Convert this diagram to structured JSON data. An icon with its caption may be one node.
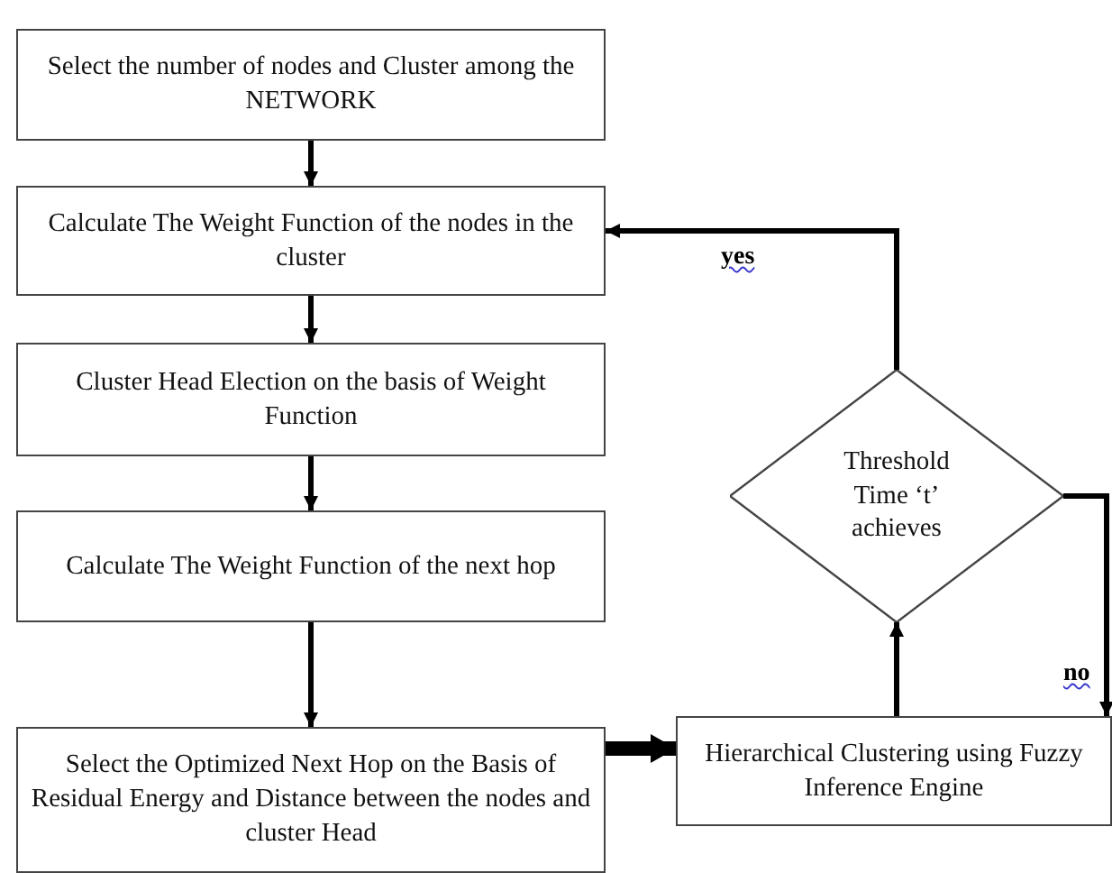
{
  "diagram": {
    "nodes": [
      {
        "text": [
          "Select the number of nodes and Cluster among the NETWORK"
        ]
      },
      {
        "text": [
          "Calculate The Weight Function of the nodes in the cluster"
        ]
      },
      {
        "text": [
          "Cluster Head Election on the basis of Weight Function"
        ]
      },
      {
        "text": [
          "Calculate The Weight Function of the next hop"
        ]
      },
      {
        "text": [
          "Select the Optimized Next Hop on the Basis of Residual Energy and Distance between the nodes and cluster Head"
        ]
      },
      {
        "text": [
          "Hierarchical Clustering using Fuzzy Inference Engine"
        ]
      },
      {
        "text": [
          "Threshold Time ‘t’ achieves"
        ]
      }
    ],
    "edges": [
      {
        "from": 0,
        "to": 1,
        "arrow": "to"
      },
      {
        "from": 1,
        "to": 2,
        "arrow": "to"
      },
      {
        "from": 2,
        "to": 3,
        "arrow": "to"
      },
      {
        "from": 3,
        "to": 4,
        "arrow": "to"
      },
      {
        "from": 4,
        "to": 5,
        "arrow": "to",
        "style": "thick"
      },
      {
        "from": 5,
        "to": 6,
        "arrow": "to"
      },
      {
        "from": 6,
        "to": 1,
        "arrow": "to",
        "label": "yes"
      },
      {
        "from": 6,
        "to": 5,
        "arrow": "to",
        "label": "no"
      }
    ]
  }
}
